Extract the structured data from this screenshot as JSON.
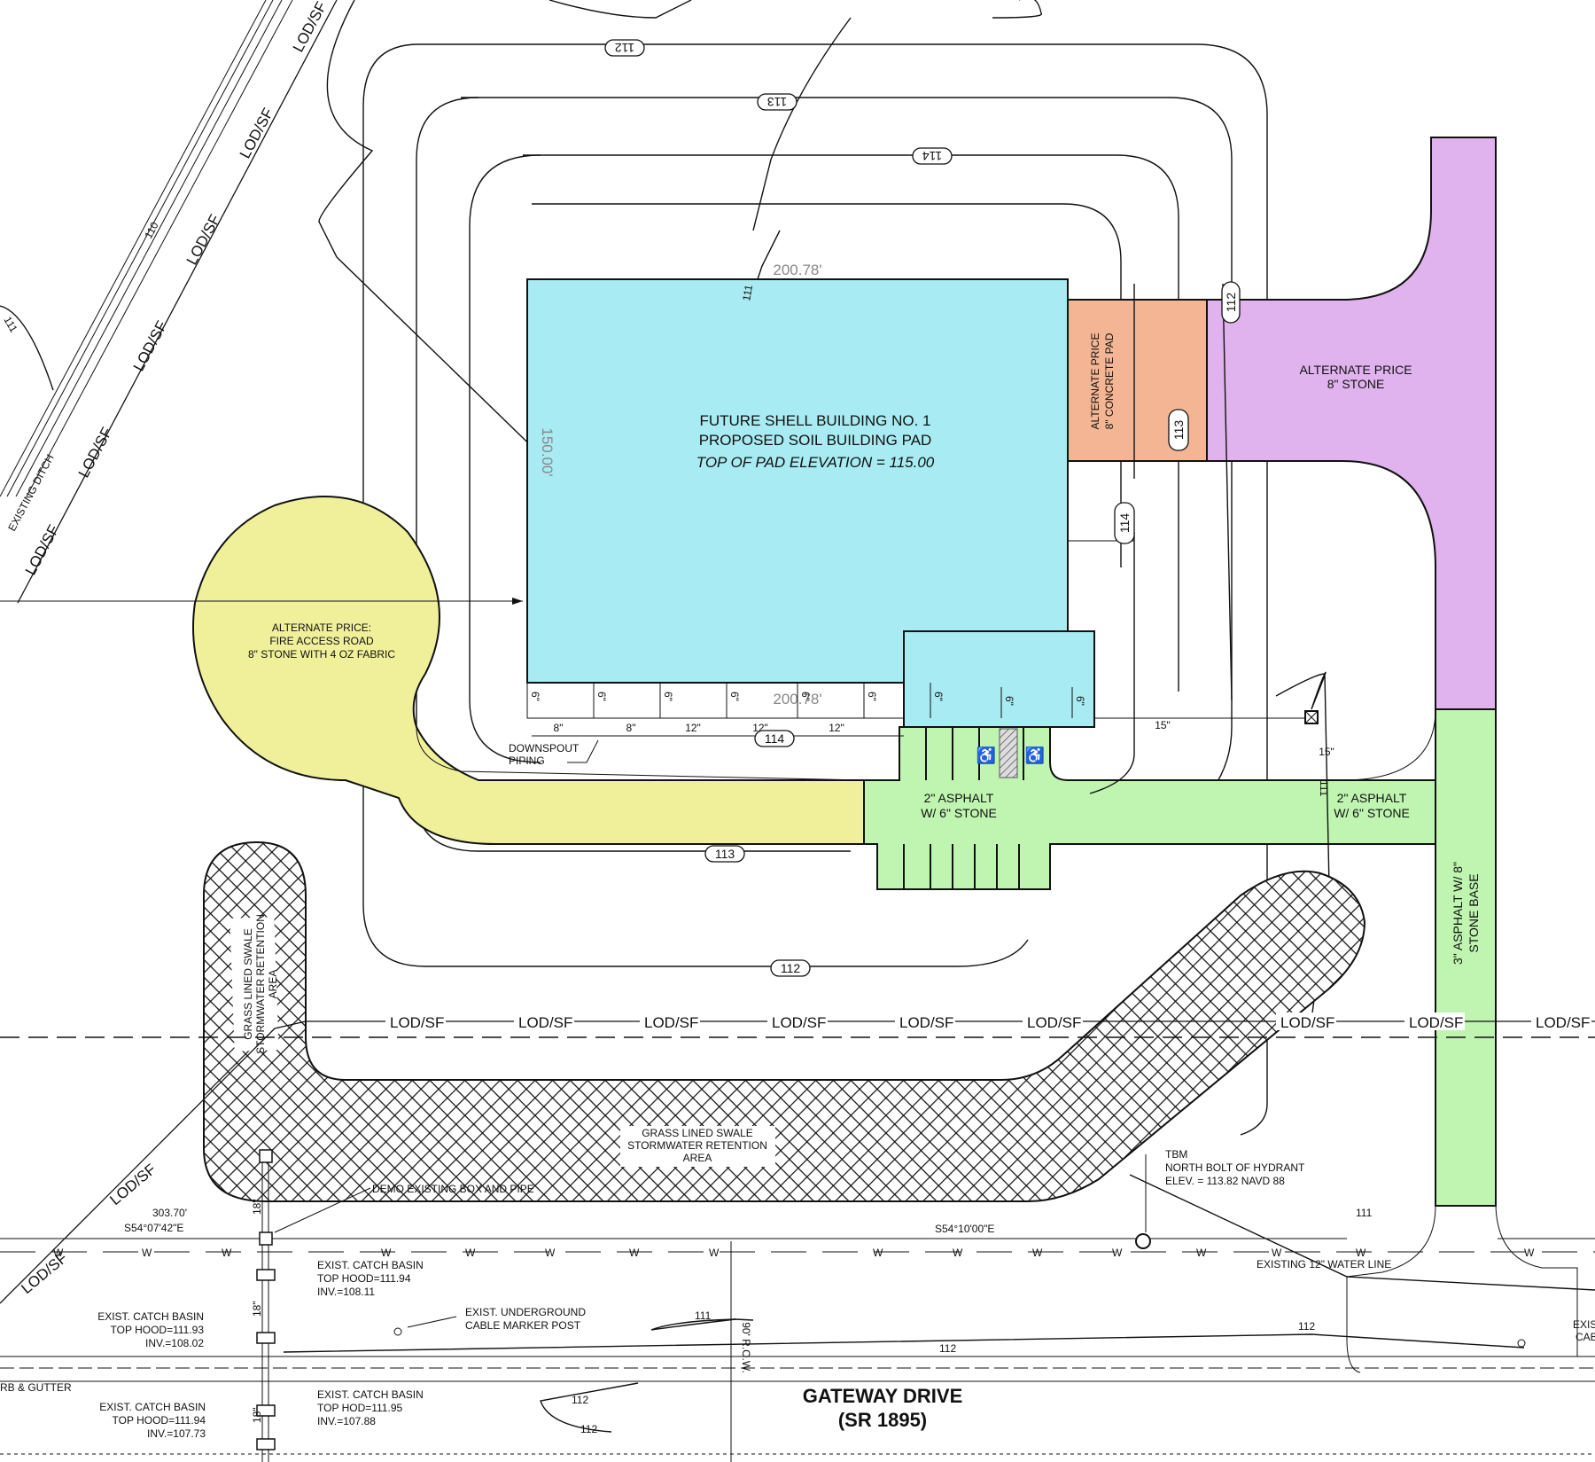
{
  "colors": {
    "building_pad": "#a8ebf2",
    "concrete_pad": "#f3b594",
    "stone_area": "#e0b2ee",
    "fire_access": "#f0f09a",
    "asphalt": "#bff5b0",
    "swale_pattern": "#111111"
  },
  "building": {
    "title_line1": "FUTURE SHELL BUILDING NO. 1",
    "title_line2": "PROPOSED SOIL BUILDING PAD",
    "elevation": "TOP OF PAD ELEVATION = 115.00",
    "dim_top": "200.78'",
    "dim_side": "150.00'",
    "dim_bottom": "200.78'"
  },
  "alternates": {
    "concrete_line1": "ALTERNATE PRICE",
    "concrete_line2": "8\" CONCRETE PAD",
    "stone_line1": "ALTERNATE PRICE",
    "stone_line2": "8\" STONE",
    "fire_line1": "ALTERNATE PRICE:",
    "fire_line2": "FIRE ACCESS ROAD",
    "fire_line3": "8\" STONE WITH 4 OZ FABRIC"
  },
  "paving": {
    "asphalt_left_line1": "2\" ASPHALT",
    "asphalt_left_line2": "W/ 6\" STONE",
    "asphalt_right_line1": "2\" ASPHALT",
    "asphalt_right_line2": "W/ 6\" STONE",
    "driveway_line1": "3\" ASPHALT W/ 8\"",
    "driveway_line2": "STONE BASE"
  },
  "contours": {
    "c111": "111",
    "c112": "112",
    "c113": "113",
    "c114": "114",
    "c110": "110"
  },
  "downspouts": {
    "label_line1": "DOWNSPOUT",
    "label_line2": "PIPING",
    "pipe_sizes": [
      "8\"",
      "8\"",
      "12\"",
      "12\"",
      "12\""
    ],
    "riser": "6\"",
    "run_15a": "15\"",
    "run_15b": "15\""
  },
  "swale": {
    "label_line1": "GRASS LINED SWALE",
    "label_line2": "STORMWATER RETENTION",
    "label_line3": "AREA"
  },
  "lod": {
    "label": "LOD/SF"
  },
  "ditch": {
    "label": "EXISTING DITCH"
  },
  "survey": {
    "bearing_1": "303.70'",
    "bearing_2": "S54°07'42\"E",
    "bearing_3": "S54°10'00\"E",
    "demo": "DEMO EXISTING BOX AND PIPE",
    "tbm_1": "TBM",
    "tbm_2": "NORTH BOLT OF HYDRANT",
    "tbm_3": "ELEV. = 113.82 NAVD 88",
    "water_line": "EXISTING 12\" WATER LINE",
    "water_symbol": "W",
    "cable_1": "EXIST. UNDERGROUND",
    "cable_2": "CABLE MARKER POST",
    "row": "90' R.O.W.",
    "pipe_18": "18\"",
    "curb": "RB & GUTTER",
    "exis_1": "EXIS",
    "exis_2": "CAB"
  },
  "catch_basins": [
    {
      "line1": "EXIST. CATCH BASIN",
      "line2": "TOP HOOD=111.94",
      "line3": "INV.=108.11"
    },
    {
      "line1": "EXIST. CATCH BASIN",
      "line2": "TOP HOOD=111.93",
      "line3": "INV.=108.02"
    },
    {
      "line1": "EXIST. CATCH BASIN",
      "line2": "TOP HOD=111.95",
      "line3": "INV.=107.88"
    },
    {
      "line1": "EXIST. CATCH BASIN",
      "line2": "TOP HOOD=111.94",
      "line3": "INV.=107.73"
    }
  ],
  "road": {
    "name": "GATEWAY DRIVE",
    "route": "(SR 1895)"
  }
}
